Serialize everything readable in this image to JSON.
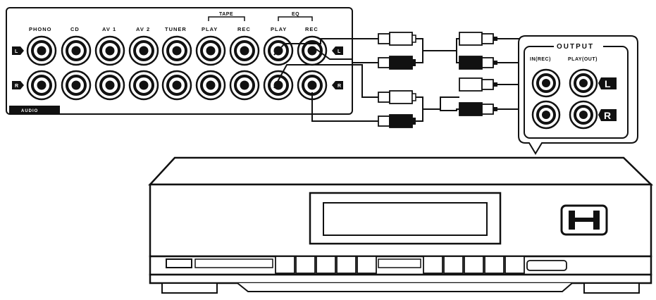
{
  "amplifier": {
    "inputs": [
      "PHONO",
      "CD",
      "AV 1",
      "AV 2",
      "TUNER",
      "PLAY",
      "REC",
      "PLAY",
      "REC"
    ],
    "groups": [
      {
        "label": "TAPE",
        "from": 5,
        "to": 6
      },
      {
        "label": "EQ",
        "from": 7,
        "to": 8
      }
    ],
    "channels": {
      "left": "L",
      "right": "R"
    },
    "badge": "AUDIO"
  },
  "output_panel": {
    "title": "OUTPUT",
    "in_label": "IN(REC)",
    "out_label": "PLAY(OUT)",
    "channels": {
      "left": "L",
      "right": "R"
    }
  }
}
